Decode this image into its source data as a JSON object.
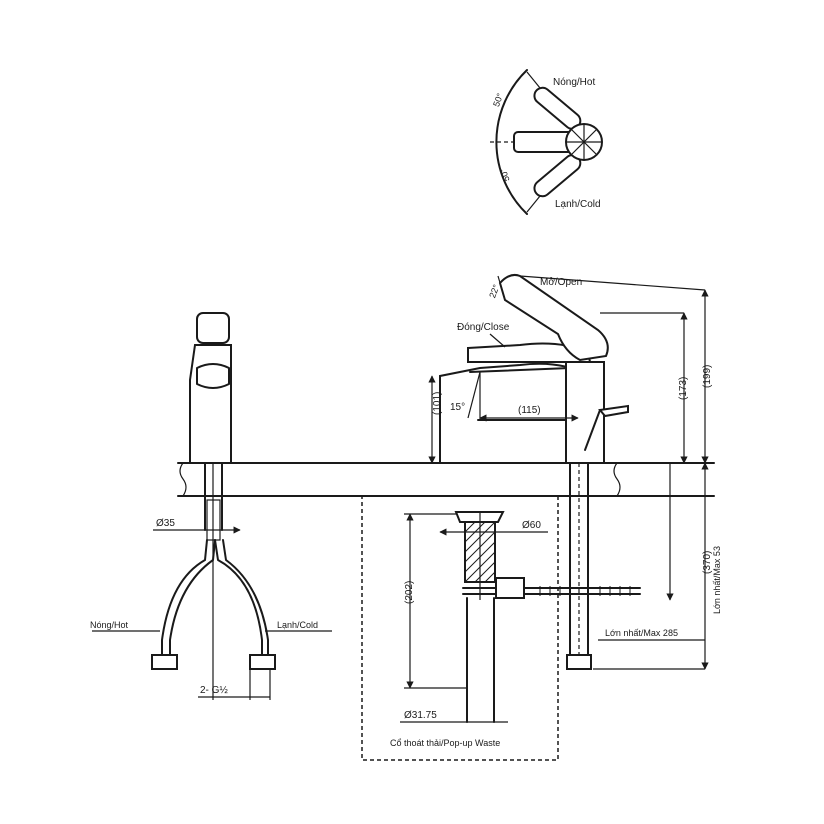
{
  "handle_diagram": {
    "hot_label": "Nóng/Hot",
    "cold_label": "Lạnh/Cold",
    "angle_hot": "50°",
    "angle_cold": "50°"
  },
  "faucet_side": {
    "open_label": "Mở/Open",
    "close_label": "Đóng/Close",
    "lever_angle": "22°",
    "spout_angle": "15°",
    "spout_reach": "(115)",
    "spout_height": "(101)",
    "height_173": "(173)",
    "height_199": "(199)",
    "height_370": "(370)",
    "max_53": "Lớn nhất/Max 53",
    "max_285": "Lớn nhất/Max 285"
  },
  "faucet_front": {
    "shank_dia": "Ø35",
    "hot_label": "Nóng/Hot",
    "cold_label": "Lạnh/Cold",
    "thread": "2- G½"
  },
  "popup_waste": {
    "top_dia": "Ø60",
    "length": "(202)",
    "tail_dia": "Ø31.75",
    "caption": "Cổ thoát thải/Pop-up Waste"
  }
}
